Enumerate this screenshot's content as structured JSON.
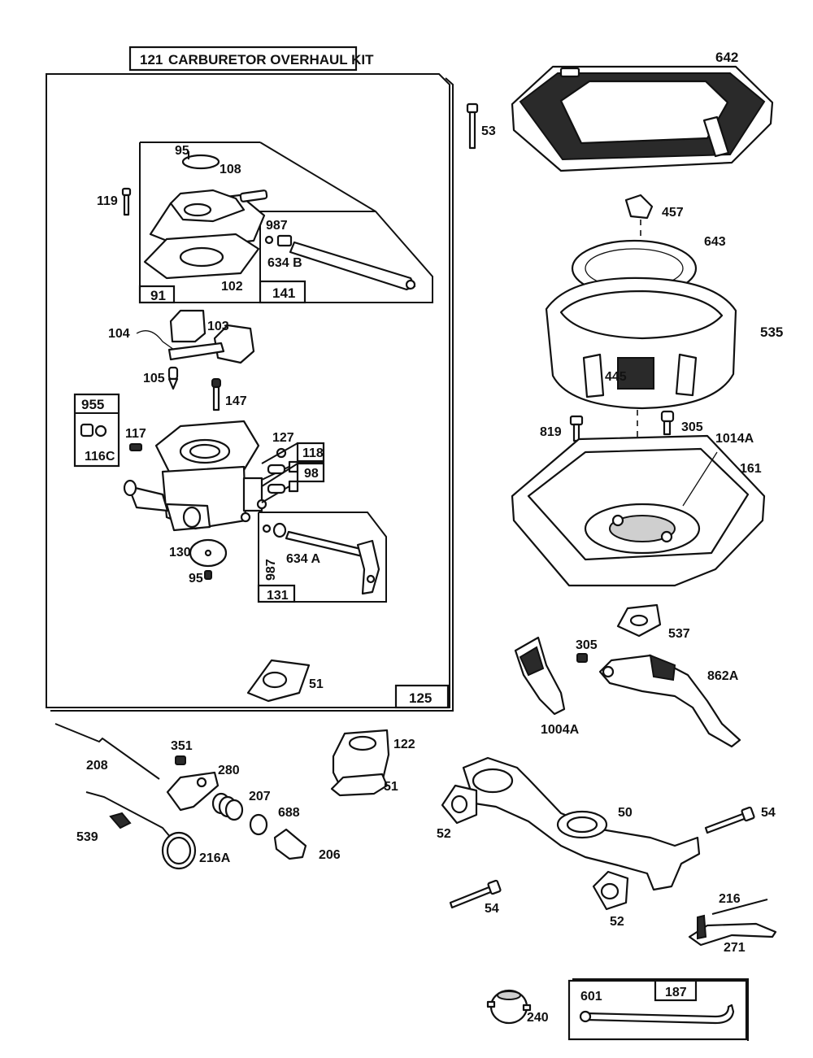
{
  "kit": {
    "number": "121",
    "title": "CARBURETOR OVERHAUL KIT",
    "box_label": "125"
  },
  "callouts": {
    "c642": "642",
    "c53": "53",
    "c457": "457",
    "c643": "643",
    "c535": "535",
    "c445": "445",
    "c819": "819",
    "c305a": "305",
    "c1014a": "1014A",
    "c161": "161",
    "c537": "537",
    "c305b": "305",
    "c862a": "862A",
    "c1004a": "1004A",
    "c95a": "95",
    "c108": "108",
    "c119": "119",
    "c987a": "987",
    "c634b": "634 B",
    "c91": "91",
    "c102": "102",
    "c141": "141",
    "c104": "104",
    "c103": "103",
    "c105": "105",
    "c147": "147",
    "c955": "955",
    "c117": "117",
    "c116c": "116C",
    "c127": "127",
    "c118": "118",
    "c98": "98",
    "c130": "130",
    "c95b": "95",
    "c987b": "987",
    "c634a": "634 A",
    "c131": "131",
    "c51a": "51",
    "c208": "208",
    "c351": "351",
    "c280": "280",
    "c207": "207",
    "c688": "688",
    "c206": "206",
    "c539": "539",
    "c216a": "216A",
    "c122": "122",
    "c51b": "51",
    "c52a": "52",
    "c50": "50",
    "c54a": "54",
    "c54b": "54",
    "c52b": "52",
    "c216": "216",
    "c271": "271",
    "c240": "240",
    "c601": "601",
    "c187": "187"
  }
}
